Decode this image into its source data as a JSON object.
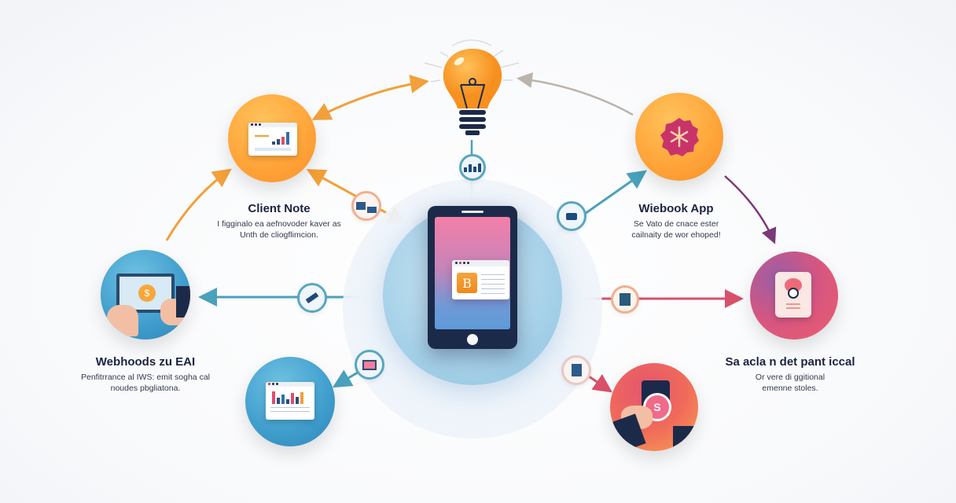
{
  "diagram": {
    "center": {
      "device": "smartphone",
      "screen_icon_letter": "B",
      "top_idea_icon": "lightbulb-icon",
      "top_connector_icon": "bar-chart-icon"
    },
    "nodes": [
      {
        "id": "client-note",
        "title": "Client Note",
        "desc_line1": "I figginalo ea aefnovoder kaver as",
        "desc_line2": "Unth de cliogflimcion.",
        "icon": "dashboard-window-icon",
        "color": "#ffa63a"
      },
      {
        "id": "wiebook-app",
        "title": "Wiebook App",
        "desc_line1": "Se Vato de cnace ester",
        "desc_line2": "cailnaity de wor ehoped!",
        "icon": "snowflake-badge-icon",
        "color": "#ffa63a"
      },
      {
        "id": "webhoods",
        "title": "Webhoods zu EAI",
        "desc_line1": "Penfitrrance al IWS: emit sogha cal",
        "desc_line2": "noudes pbgliatona.",
        "icon": "laptop-payment-icon",
        "color": "#3f9dcc"
      },
      {
        "id": "sa-acla",
        "title": "Sa acla n det pant iccal",
        "desc_line1": "Or vere di ggitional",
        "desc_line2": "emenne stoles.",
        "icon": "document-review-icon",
        "color": "#d65681"
      },
      {
        "id": "analytics",
        "title": "",
        "icon": "analytics-window-icon",
        "color": "#3f9dcc"
      },
      {
        "id": "camera",
        "title": "",
        "icon": "camera-hands-icon",
        "color": "#f06a5a"
      }
    ],
    "connectors": [
      {
        "icon": "presentation-board-icon"
      },
      {
        "icon": "printer-icon"
      },
      {
        "icon": "check-tool-icon"
      },
      {
        "icon": "document-list-icon"
      },
      {
        "icon": "laptop-icon"
      },
      {
        "icon": "notes-list-icon"
      }
    ],
    "colors": {
      "orange": "#f2a03a",
      "teal": "#4aa1bb",
      "crimson": "#d9506b",
      "purple": "#7a3a78",
      "gray": "#bbb4ad",
      "navy": "#1c2a4a"
    }
  }
}
